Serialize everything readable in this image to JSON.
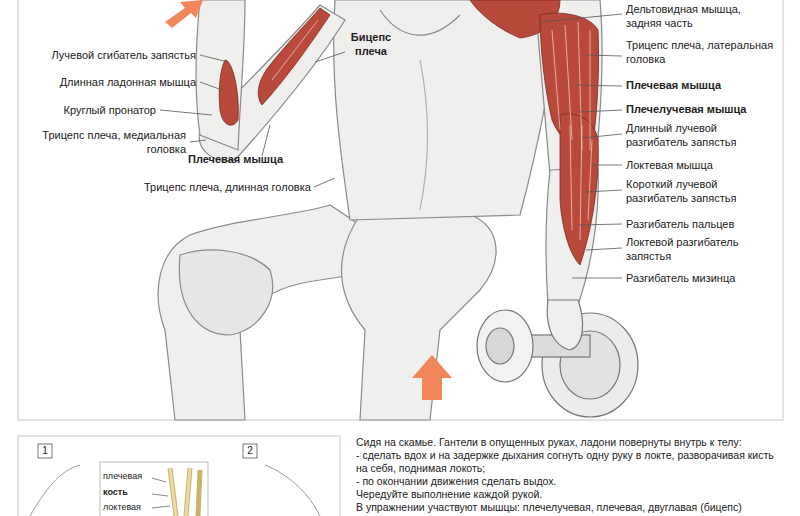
{
  "diagram": {
    "labels": [
      "Лучевой сгибатель запястья",
      "Длинная ладонная мышца",
      "Круглый пронатор",
      "Трицепс плеча, медиальная головка",
      "Плечевая мышца",
      "Трицепс плеча, длинная головка",
      "Бицепс плеча",
      "Дельтовидная мышца, задняя часть",
      "Трицепс плеча, латеральная головка",
      "Плечевая мышца",
      "Плечелучевая мышца",
      "Длинный лучевой разгибатель запястья",
      "Локтевая мышца",
      "Короткий лучевой разгибатель запястья",
      "Разгибатель пальцев",
      "Локтевой разгибатель запястья",
      "Разгибатель мизинца",
      "1",
      "2",
      "плечевая",
      "кость",
      "локтевая",
      "Сидя на скамье. Гантели в опущенных руках, ладони повернуты внутрь к телу:",
      "- сделать вдох и на задержке дыхания согнуть одну руку в локте, разворачивая кисть на себя, поднимая локоть;",
      "- по окончании движения сделать выдох.",
      "Чередуйте выполнение каждой рукой.",
      "В упражнении участвуют мышцы: плечелучевая, плечевая, двуглавая (бицепс)"
    ]
  }
}
